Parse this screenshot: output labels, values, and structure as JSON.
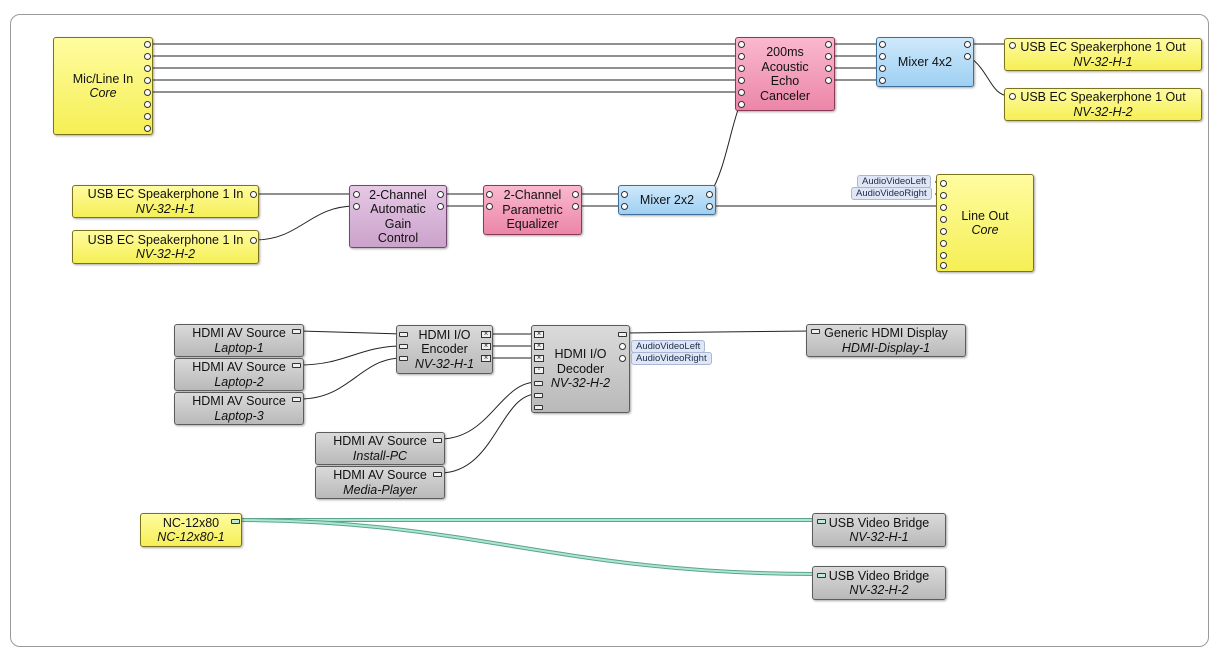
{
  "blocks": {
    "mic_line_in": {
      "line1": "Mic/Line In",
      "line2": "Core"
    },
    "aec": {
      "line1": "200ms",
      "line2": "Acoustic",
      "line3": "Echo",
      "line4": "Canceler"
    },
    "mixer4x2": {
      "line1": "Mixer 4x2"
    },
    "usb_out_1": {
      "line1": "USB EC Speakerphone 1 Out",
      "line2": "NV-32-H-1"
    },
    "usb_out_2": {
      "line1": "USB EC Speakerphone 1 Out",
      "line2": "NV-32-H-2"
    },
    "usb_in_1": {
      "line1": "USB EC Speakerphone 1 In",
      "line2": "NV-32-H-1"
    },
    "usb_in_2": {
      "line1": "USB EC Speakerphone 1 In",
      "line2": "NV-32-H-2"
    },
    "agc": {
      "line1": "2-Channel",
      "line2": "Automatic",
      "line3": "Gain",
      "line4": "Control"
    },
    "peq": {
      "line1": "2-Channel",
      "line2": "Parametric",
      "line3": "Equalizer"
    },
    "mixer2x2": {
      "line1": "Mixer 2x2"
    },
    "line_out": {
      "line1": "Line Out",
      "line2": "Core"
    },
    "hdmi_src_1": {
      "line1": "HDMI AV Source",
      "line2": "Laptop-1"
    },
    "hdmi_src_2": {
      "line1": "HDMI AV Source",
      "line2": "Laptop-2"
    },
    "hdmi_src_3": {
      "line1": "HDMI AV Source",
      "line2": "Laptop-3"
    },
    "hdmi_src_install": {
      "line1": "HDMI AV Source",
      "line2": "Install-PC"
    },
    "hdmi_src_media": {
      "line1": "HDMI AV Source",
      "line2": "Media-Player"
    },
    "hdmi_encoder": {
      "line1": "HDMI I/O",
      "line2": "Encoder",
      "line3": "NV-32-H-1"
    },
    "hdmi_decoder": {
      "line1": "HDMI I/O",
      "line2": "Decoder",
      "line3": "NV-32-H-2"
    },
    "hdmi_display": {
      "line1": "Generic HDMI Display",
      "line2": "HDMI-Display-1"
    },
    "nc_camera": {
      "line1": "NC-12x80",
      "line2": "NC-12x80-1"
    },
    "usb_bridge_1": {
      "line1": "USB Video Bridge",
      "line2": "NV-32-H-1"
    },
    "usb_bridge_2": {
      "line1": "USB Video Bridge",
      "line2": "NV-32-H-2"
    }
  },
  "tags": {
    "lineout_left": "AudioVideoLeft",
    "lineout_right": "AudioVideoRight",
    "decoder_left": "AudioVideoLeft",
    "decoder_right": "AudioVideoRight"
  },
  "colors": {
    "yellow": "#f5ef55",
    "pink": "#ec86a9",
    "blue": "#9ed0f3",
    "purple": "#cba2cb",
    "gray": "#b9b9b9",
    "video_wire": "#7fcfb2",
    "audio_wire": "#222222"
  }
}
